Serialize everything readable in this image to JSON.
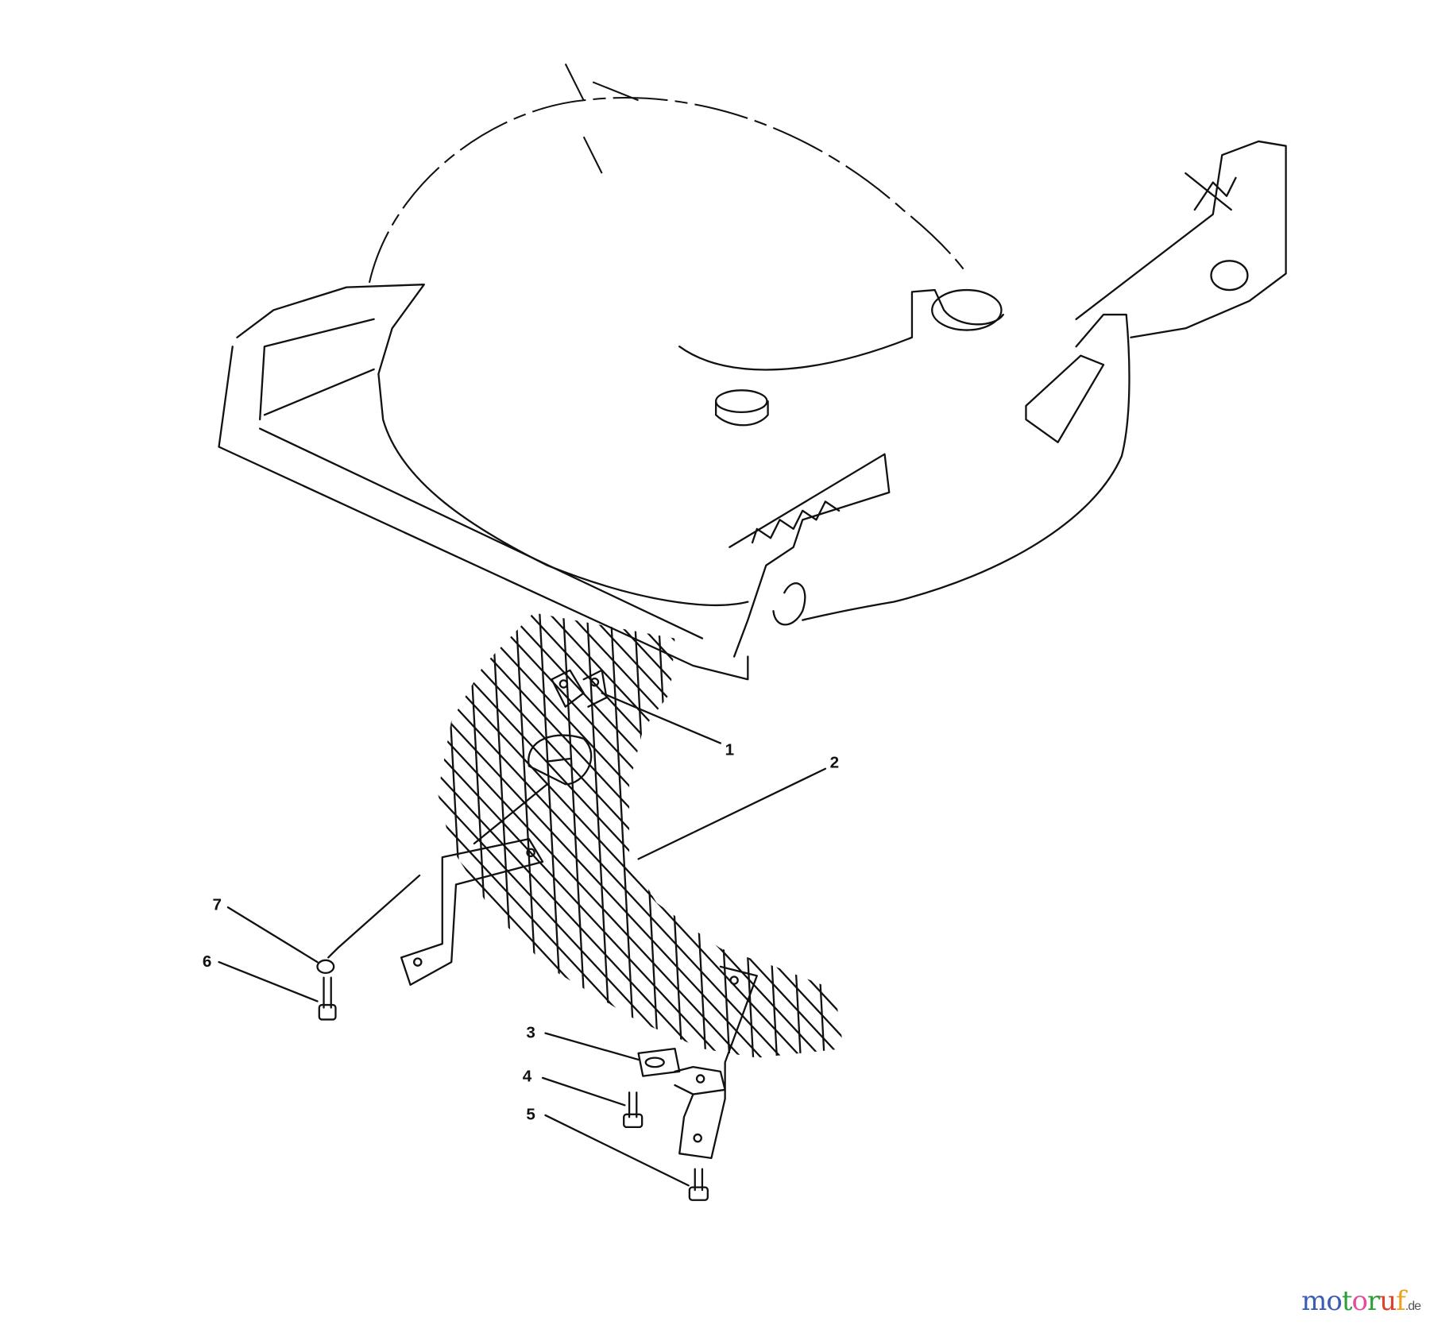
{
  "diagram": {
    "callouts": [
      {
        "number": "1"
      },
      {
        "number": "2"
      },
      {
        "number": "3"
      },
      {
        "number": "4"
      },
      {
        "number": "5"
      },
      {
        "number": "6"
      },
      {
        "number": "7"
      }
    ]
  },
  "watermark": {
    "letters": [
      "m",
      "o",
      "t",
      "o",
      "r",
      "u",
      "f"
    ],
    "letter_colors": [
      "#3b5bb5",
      "#3b5bb5",
      "#2e9d3a",
      "#e0509a",
      "#2e9d3a",
      "#e0402a",
      "#f0a020"
    ],
    "suffix": ".de"
  }
}
